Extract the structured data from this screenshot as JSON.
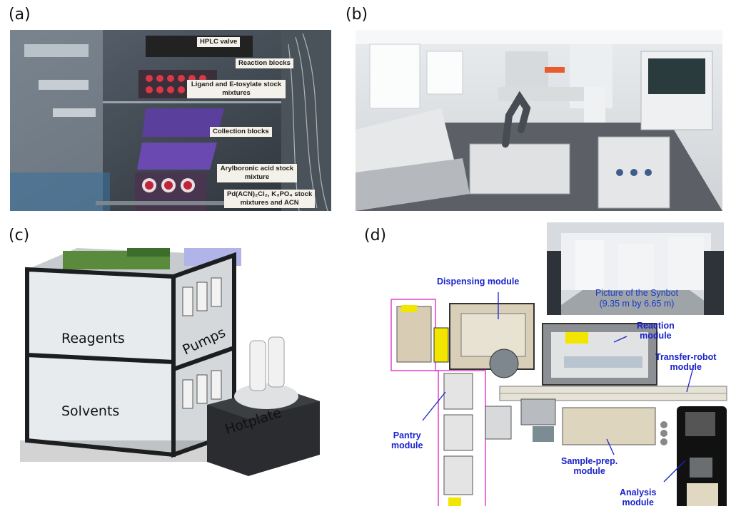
{
  "panels": {
    "a": {
      "letter": "(a)",
      "labels": {
        "hplc_valve": "HPLC valve",
        "reaction_blocks": "Reaction blocks",
        "ligand": "Ligand and E-tosylate stock mixtures",
        "collection": "Collection blocks",
        "arylboronic": "Arylboronic acid stock mixture",
        "pd_line1": "Pd(ACN)₂Cl₂, K₃PO₄ stock",
        "pd_line2": "mixtures and ACN"
      }
    },
    "b": {
      "letter": "(b)"
    },
    "c": {
      "letter": "(c)",
      "labels": {
        "reagents": "Reagents",
        "solvents": "Solvents",
        "pumps": "Pumps",
        "hotplate": "Hotplate"
      }
    },
    "d": {
      "letter": "(d)",
      "labels": {
        "dispensing": "Dispensing module",
        "reaction_1": "Reaction",
        "reaction_2": "module",
        "transfer_1": "Transfer-robot",
        "transfer_2": "module",
        "pantry_1": "Pantry",
        "pantry_2": "module",
        "sampleprep_1": "Sample-prep.",
        "sampleprep_2": "module",
        "analysis_1": "Analysis",
        "analysis_2": "module",
        "synbot_1": "Picture of the Synbot",
        "synbot_2": "(9.35 m by 6.65 m)"
      }
    }
  },
  "colors": {
    "annotation_blue": "#1a22cc",
    "pantry_outline": "#e040c8",
    "module_yellow": "#f2e600"
  }
}
